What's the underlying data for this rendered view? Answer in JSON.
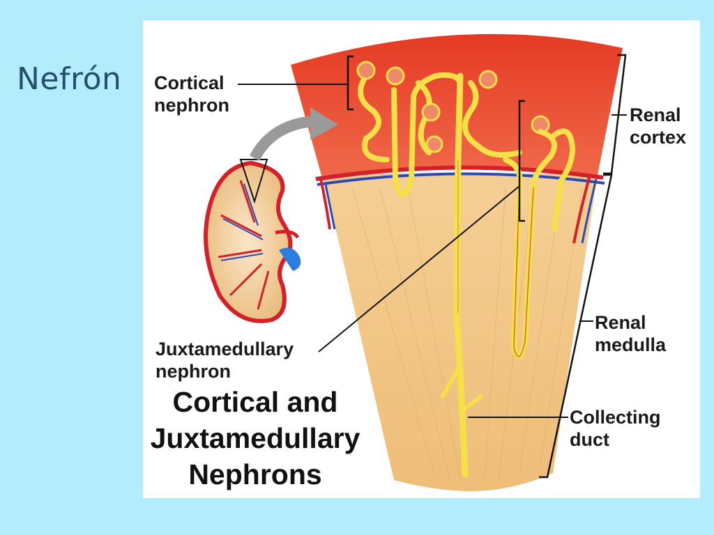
{
  "slide": {
    "title": "Nefrón"
  },
  "diagram": {
    "labels": {
      "cortical_nephron": [
        "Cortical",
        "nephron"
      ],
      "renal_cortex": [
        "Renal",
        "cortex"
      ],
      "renal_medulla": [
        "Renal",
        "medulla"
      ],
      "juxtamedullary_nephron": [
        "Juxtamedullary",
        "nephron"
      ],
      "collecting_duct": [
        "Collecting",
        "duct"
      ]
    },
    "caption": [
      "Cortical and",
      "Juxtamedullary",
      "Nephrons"
    ],
    "colors": {
      "cortex": "#e8402a",
      "medulla": "#f3c98a",
      "tubule": "#f6e04a",
      "artery": "#d4202a",
      "vein": "#2b4ab8",
      "background": "#b3ecfb",
      "title": "#254f72"
    }
  }
}
